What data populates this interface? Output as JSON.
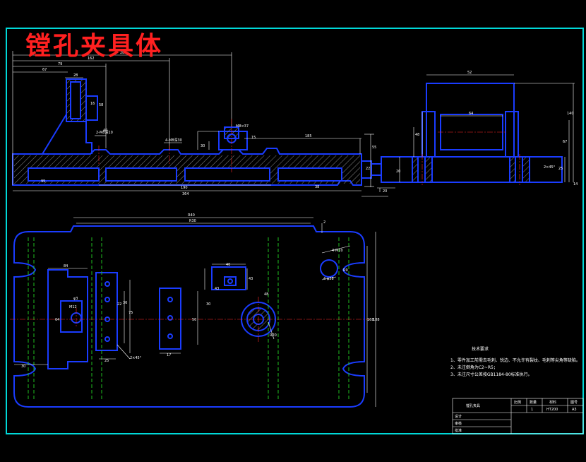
{
  "title": "镗孔夹具体",
  "dims": {
    "top": [
      "285",
      "162",
      "79",
      "67",
      "28",
      "58",
      "40",
      "30",
      "M8×37",
      "185",
      "15",
      "2-M8深10",
      "4-M8深30",
      "22",
      "55",
      "190",
      "364",
      "38",
      "20",
      "95",
      "16"
    ],
    "side": [
      "52",
      "64",
      "48",
      "140",
      "67",
      "25",
      "20",
      "2×45°",
      "14"
    ],
    "plan": [
      "R40",
      "R30",
      "2",
      "4-M10",
      "R9",
      "4-φ38",
      "84",
      "M12",
      "64",
      "22",
      "36",
      "75",
      "50",
      "40",
      "30",
      "43",
      "43",
      "25",
      "17",
      "48",
      "R20",
      "φ3",
      "30",
      "168",
      "188",
      "2×45°"
    ]
  },
  "notes": {
    "heading": "技术要求",
    "items": [
      "1、零件加工前需去毛刺、锐边、不允许有裂纹、毛刺等尖角等缺陷。",
      "2、未注倒角为C2~R5；",
      "3、未注尺寸公差按GB1184-80标准执行。"
    ]
  },
  "title_block": {
    "drawing_name": "镗孔夹具",
    "col1": "比例",
    "col2": "数量",
    "col3": "材料",
    "col4": "图号",
    "scale": "1",
    "material": "HT200",
    "sheet": "A3",
    "design": "设计",
    "check": "审核",
    "approve": "批准"
  },
  "colors": {
    "background": "#000000",
    "frame": "#00d8d8",
    "part": "#1a3cff",
    "dimension": "#ffffff",
    "center": "#ff2a2a",
    "hidden": "#20c020",
    "title": "#ff2020"
  }
}
